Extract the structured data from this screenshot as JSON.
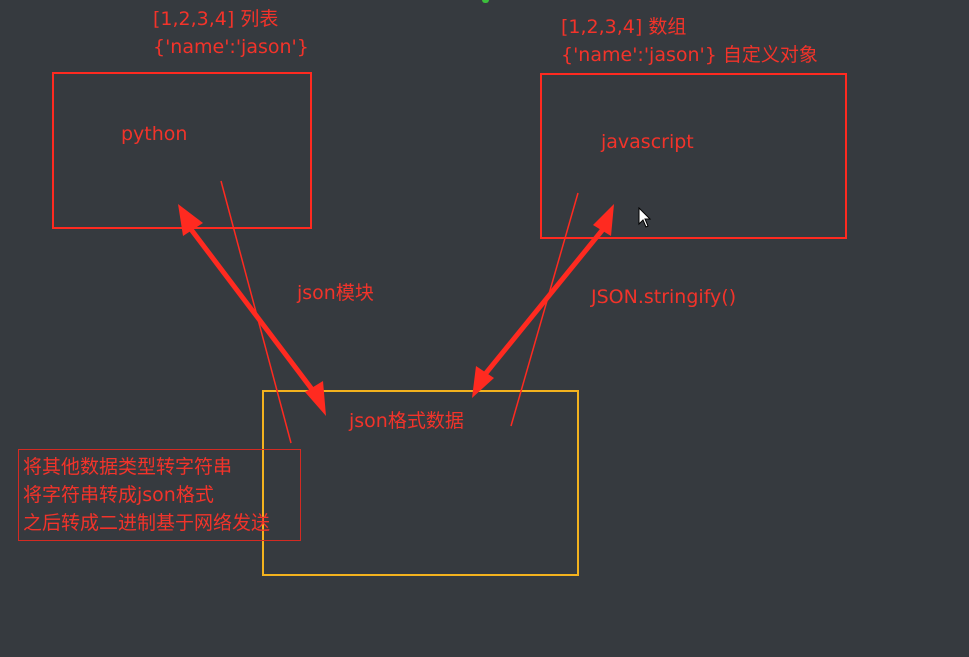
{
  "colors": {
    "background": "#363a3f",
    "label_red": "#f2332a",
    "box_red": "#ff2a20",
    "box_yellow": "#f3b21e",
    "arrow_red": "#ff2a20"
  },
  "python": {
    "example_list": "[1,2,3,4]  列表",
    "example_dict": "{'name':'jason'}",
    "label": "python"
  },
  "javascript": {
    "example_array": "[1,2,3,4]  数组",
    "example_object": "{'name':'jason'}  自定义对象",
    "label": "javascript"
  },
  "json_box": {
    "label": "json格式数据"
  },
  "connectors": {
    "python_side": "json模块",
    "js_side": "JSON.stringify()"
  },
  "note": {
    "line1": "将其他数据类型转字符串",
    "line2": "将字符串转成json格式",
    "line3": "之后转成二进制基于网络发送"
  },
  "icons": {
    "cursor": "mouse-pointer-icon"
  }
}
